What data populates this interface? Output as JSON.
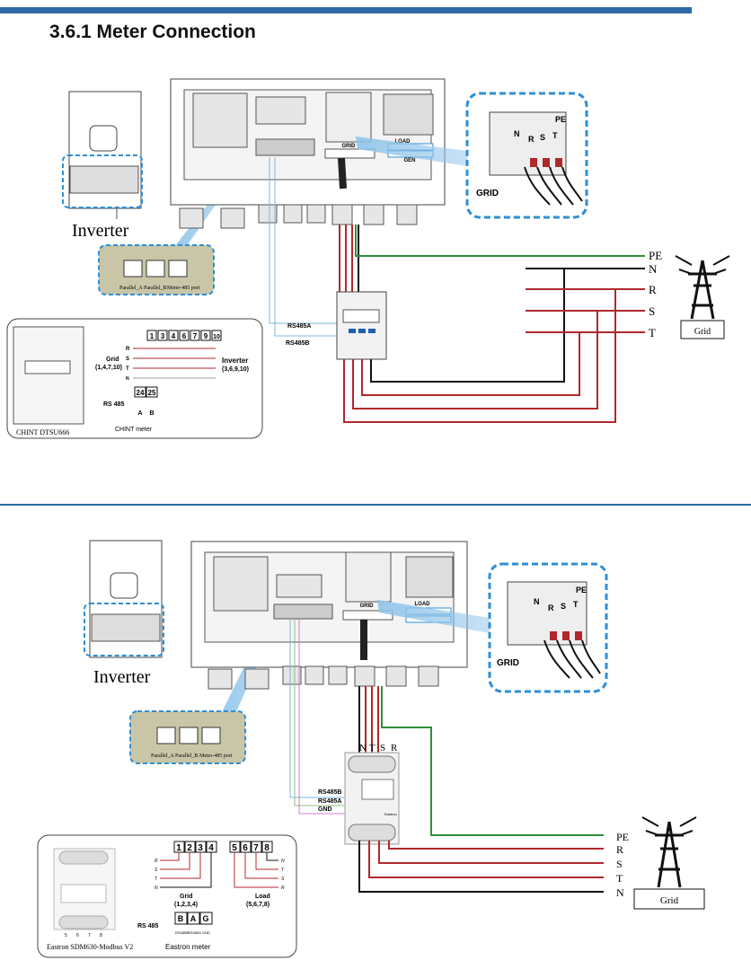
{
  "section": {
    "title": "3.6.1 Meter Connection"
  },
  "diagram1": {
    "inverter_label": "Inverter",
    "ports": [
      "Parallel_A",
      "Parallel_B",
      "Meter-485 port"
    ],
    "grid_box_label": "GRID",
    "grid_box_phases": [
      "N",
      "R",
      "S",
      "T"
    ],
    "grid_box_pe": "PE",
    "terminal_grid": "GRID",
    "terminal_load": "LOAD",
    "terminal_gen": "GEN",
    "terminal_letters": [
      "N",
      "R",
      "S",
      "T",
      "PE"
    ],
    "rs485a": "RS485A",
    "rs485b": "RS485B",
    "grid_lines": [
      "PE",
      "N",
      "R",
      "S",
      "T"
    ],
    "tower_label": "Grid",
    "meter_inset": {
      "caption": "CHINT DTSU666",
      "terminals": [
        "1",
        "3",
        "4",
        "6",
        "7",
        "9",
        "10"
      ],
      "rows": [
        "R",
        "S",
        "T",
        "N"
      ],
      "grid_label": "Grid",
      "grid_terms": "(1,4,7,10)",
      "inverter_label": "Inverter",
      "inverter_terms": "(3,6,9,10)",
      "rs485_label": "RS 485",
      "rs485_terms": [
        "24",
        "25"
      ],
      "rs485_ab": [
        "A",
        "B"
      ],
      "meter_name": "CHINT meter"
    }
  },
  "diagram2": {
    "inverter_label": "Inverter",
    "ports": [
      "Parallel_A",
      "Parallel_B",
      "Meter-485 port"
    ],
    "grid_box_label": "GRID",
    "grid_box_phases": [
      "N",
      "R",
      "S",
      "T"
    ],
    "grid_box_pe": "PE",
    "terminal_grid": "GRID",
    "terminal_load": "LOAD",
    "terminal_letters": [
      "N",
      "R",
      "S",
      "T",
      "PE"
    ],
    "meter_top_letters": [
      "N",
      "T",
      "S",
      "R"
    ],
    "rs485b": "RS485B",
    "rs485a": "RS485A",
    "gnd": "GND",
    "grid_lines": [
      "PE",
      "R",
      "S",
      "T",
      "N"
    ],
    "tower_label": "Grid",
    "meter_inset": {
      "caption": "Eastron SDM630-Modbus V2",
      "grid_terms_boxes": [
        "1",
        "2",
        "3",
        "4"
      ],
      "load_terms_boxes": [
        "5",
        "6",
        "7",
        "8"
      ],
      "rows_left": [
        "R",
        "S",
        "T",
        "N"
      ],
      "rows_right": [
        "N",
        "T",
        "S",
        "R"
      ],
      "grid_label": "Grid",
      "grid_terms": "(1,2,3,4)",
      "load_label": "Load",
      "load_terms": "(5,6,7,8)",
      "rs485_label": "RS 485",
      "rs485_boxes": [
        "B",
        "A",
        "G"
      ],
      "rs485_subs": [
        "RS485B",
        "RS485A",
        "GND"
      ],
      "meter_name": "Eastron meter",
      "mini_bottom_numbers": [
        "5",
        "6",
        "7",
        "8"
      ],
      "mini_brand": "Eastron"
    }
  },
  "colors": {
    "accent": "#2f6aa8",
    "dash": "#2e8fd6",
    "red": "#b0282c",
    "green": "#2f8f3c",
    "port_bg": "#c9c6a8"
  }
}
